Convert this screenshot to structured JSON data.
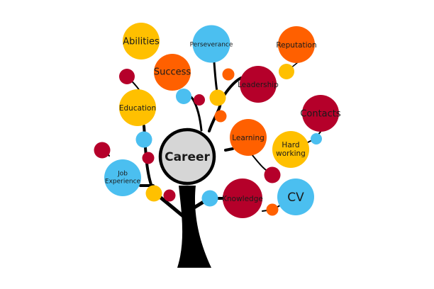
{
  "colors": {
    "yellow": "#ffc000",
    "orange": "#ff6000",
    "crimson": "#b5002a",
    "blue": "#4bbff0",
    "center": "#d6d6d6"
  },
  "center": {
    "label": "Career"
  },
  "nodes": {
    "abilities": "Abilities",
    "perseverance": "Perseverance",
    "reputation": "Reputation",
    "success": "Success",
    "leadership": "Leadership",
    "education": "Education",
    "contacts": "Contacts",
    "learning": "Learning",
    "hard_working": [
      "Hard",
      "working"
    ],
    "job_experience": [
      "Job",
      "Experience"
    ],
    "knowledge": "Knowledge",
    "cv": "CV"
  }
}
